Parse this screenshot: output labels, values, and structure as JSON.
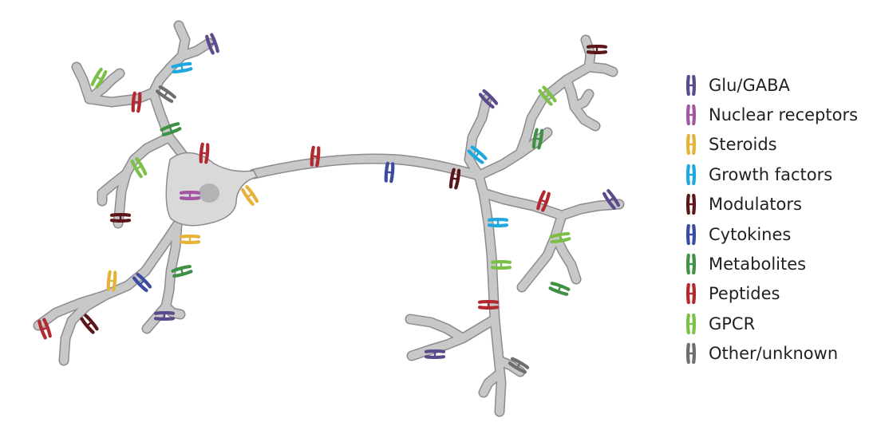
{
  "legend": [
    {
      "key": "glu_gaba",
      "label": "Glu/GABA",
      "color": "#5c4a8c"
    },
    {
      "key": "nuclear",
      "label": "Nuclear receptors",
      "color": "#a356a2"
    },
    {
      "key": "steroids",
      "label": "Steroids",
      "color": "#e6b33a"
    },
    {
      "key": "growth",
      "label": "Growth factors",
      "color": "#1fa8df"
    },
    {
      "key": "modulators",
      "label": "Modulators",
      "color": "#5c1518"
    },
    {
      "key": "cytokines",
      "label": "Cytokines",
      "color": "#3a4ba0"
    },
    {
      "key": "metabolites",
      "label": "Metabolites",
      "color": "#3e9145"
    },
    {
      "key": "peptides",
      "label": "Peptides",
      "color": "#b22a2f"
    },
    {
      "key": "gpcr",
      "label": "GPCR",
      "color": "#7cc04a"
    },
    {
      "key": "other",
      "label": "Other/unknown",
      "color": "#6d6e70"
    }
  ],
  "neuron": {
    "fill": "#c8c8c9",
    "outline": "#8c8c8e",
    "soma_fill": "#d9d9da",
    "nucleus_fill": "#b3b3b5"
  }
}
